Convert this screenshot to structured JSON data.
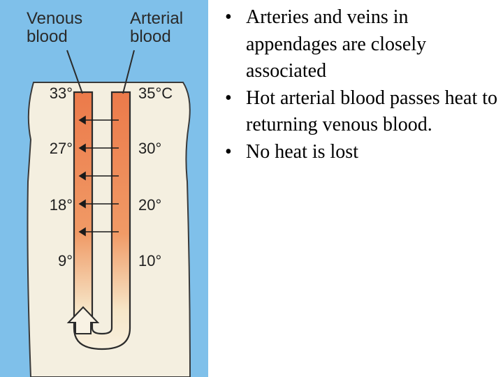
{
  "figure": {
    "venous_label": [
      "Venous",
      "blood"
    ],
    "arterial_label": [
      "Arterial",
      "blood"
    ],
    "venous_temps": [
      "33°",
      "27°",
      "18°",
      "9°"
    ],
    "arterial_temps": [
      "35°C",
      "30°",
      "20°",
      "10°"
    ],
    "colors": {
      "background": "#7fc0ea",
      "limb": "#f4efe0",
      "vessel_hot": "#ec7a4a",
      "vessel_cool": "#f6e6c8",
      "outline": "#333333"
    }
  },
  "bullets": {
    "marker": "•",
    "items": [
      "Arteries and veins in appendages are closely associated",
      "Hot arterial blood passes heat to returning venous blood.",
      "No heat is lost"
    ]
  }
}
